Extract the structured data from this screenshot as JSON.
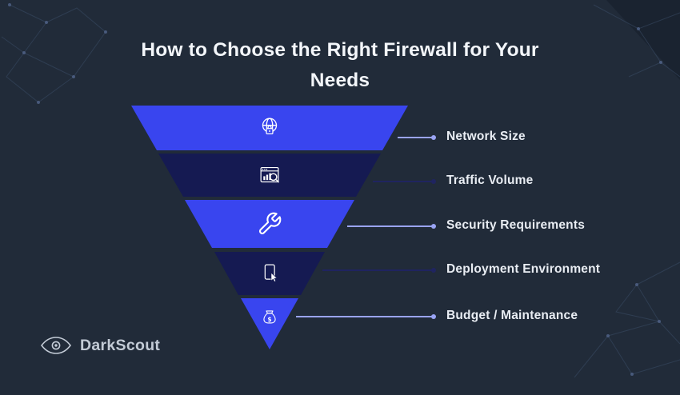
{
  "title": "How to Choose the Right Firewall for Your Needs",
  "brand": {
    "name": "DarkScout"
  },
  "funnel": {
    "layers": [
      {
        "label": "Network Size",
        "icon": "globe-security-icon"
      },
      {
        "label": "Traffic Volume",
        "icon": "traffic-analytics-icon"
      },
      {
        "label": "Security Requirements",
        "icon": "wrench-icon"
      },
      {
        "label": "Deployment Environment",
        "icon": "deployment-file-icon"
      },
      {
        "label": "Budget / Maintenance",
        "icon": "money-bag-icon",
        "icon_glyph": "$"
      }
    ]
  },
  "colors": {
    "background": "#212b39",
    "funnel_primary": "#3945ef",
    "funnel_dark": "#151a52",
    "connector_light": "#9aa4f5",
    "connector_dark": "#1f2460",
    "title_text": "#f3f6fa",
    "label_text": "#e9edf3",
    "logo_text": "#c3cbd6"
  }
}
